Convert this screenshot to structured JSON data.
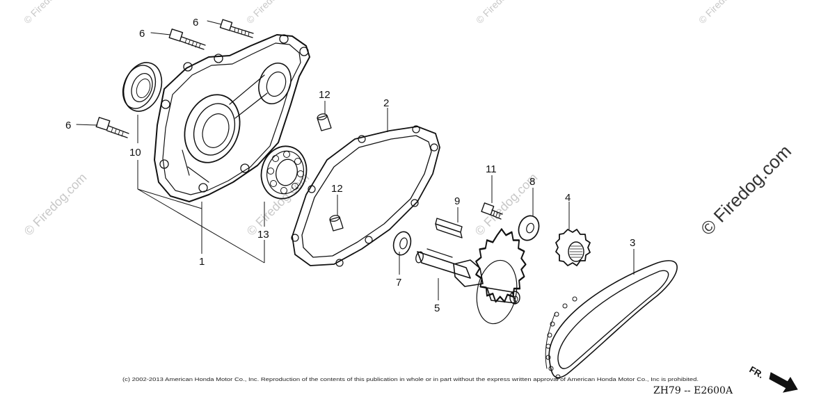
{
  "watermark": {
    "text": "© Firedog.com",
    "color": "#c8c8c8"
  },
  "callouts": {
    "c1": "1",
    "c2": "2",
    "c3": "3",
    "c4": "4",
    "c5": "5",
    "c6a": "6",
    "c6b": "6",
    "c6c": "6",
    "c7": "7",
    "c8": "8",
    "c9": "9",
    "c10": "10",
    "c11": "11",
    "c12a": "12",
    "c12b": "12",
    "c13": "13"
  },
  "footer": {
    "copyright": "(c) 2002-2013 American Honda Motor Co., Inc. Reproduction of the contents of this publication in whole or in part without the express written approval of American Honda Motor Co., Inc is prohibited.",
    "diagram_code": "ZH79 -- E2600A",
    "direction_label": "FR."
  }
}
